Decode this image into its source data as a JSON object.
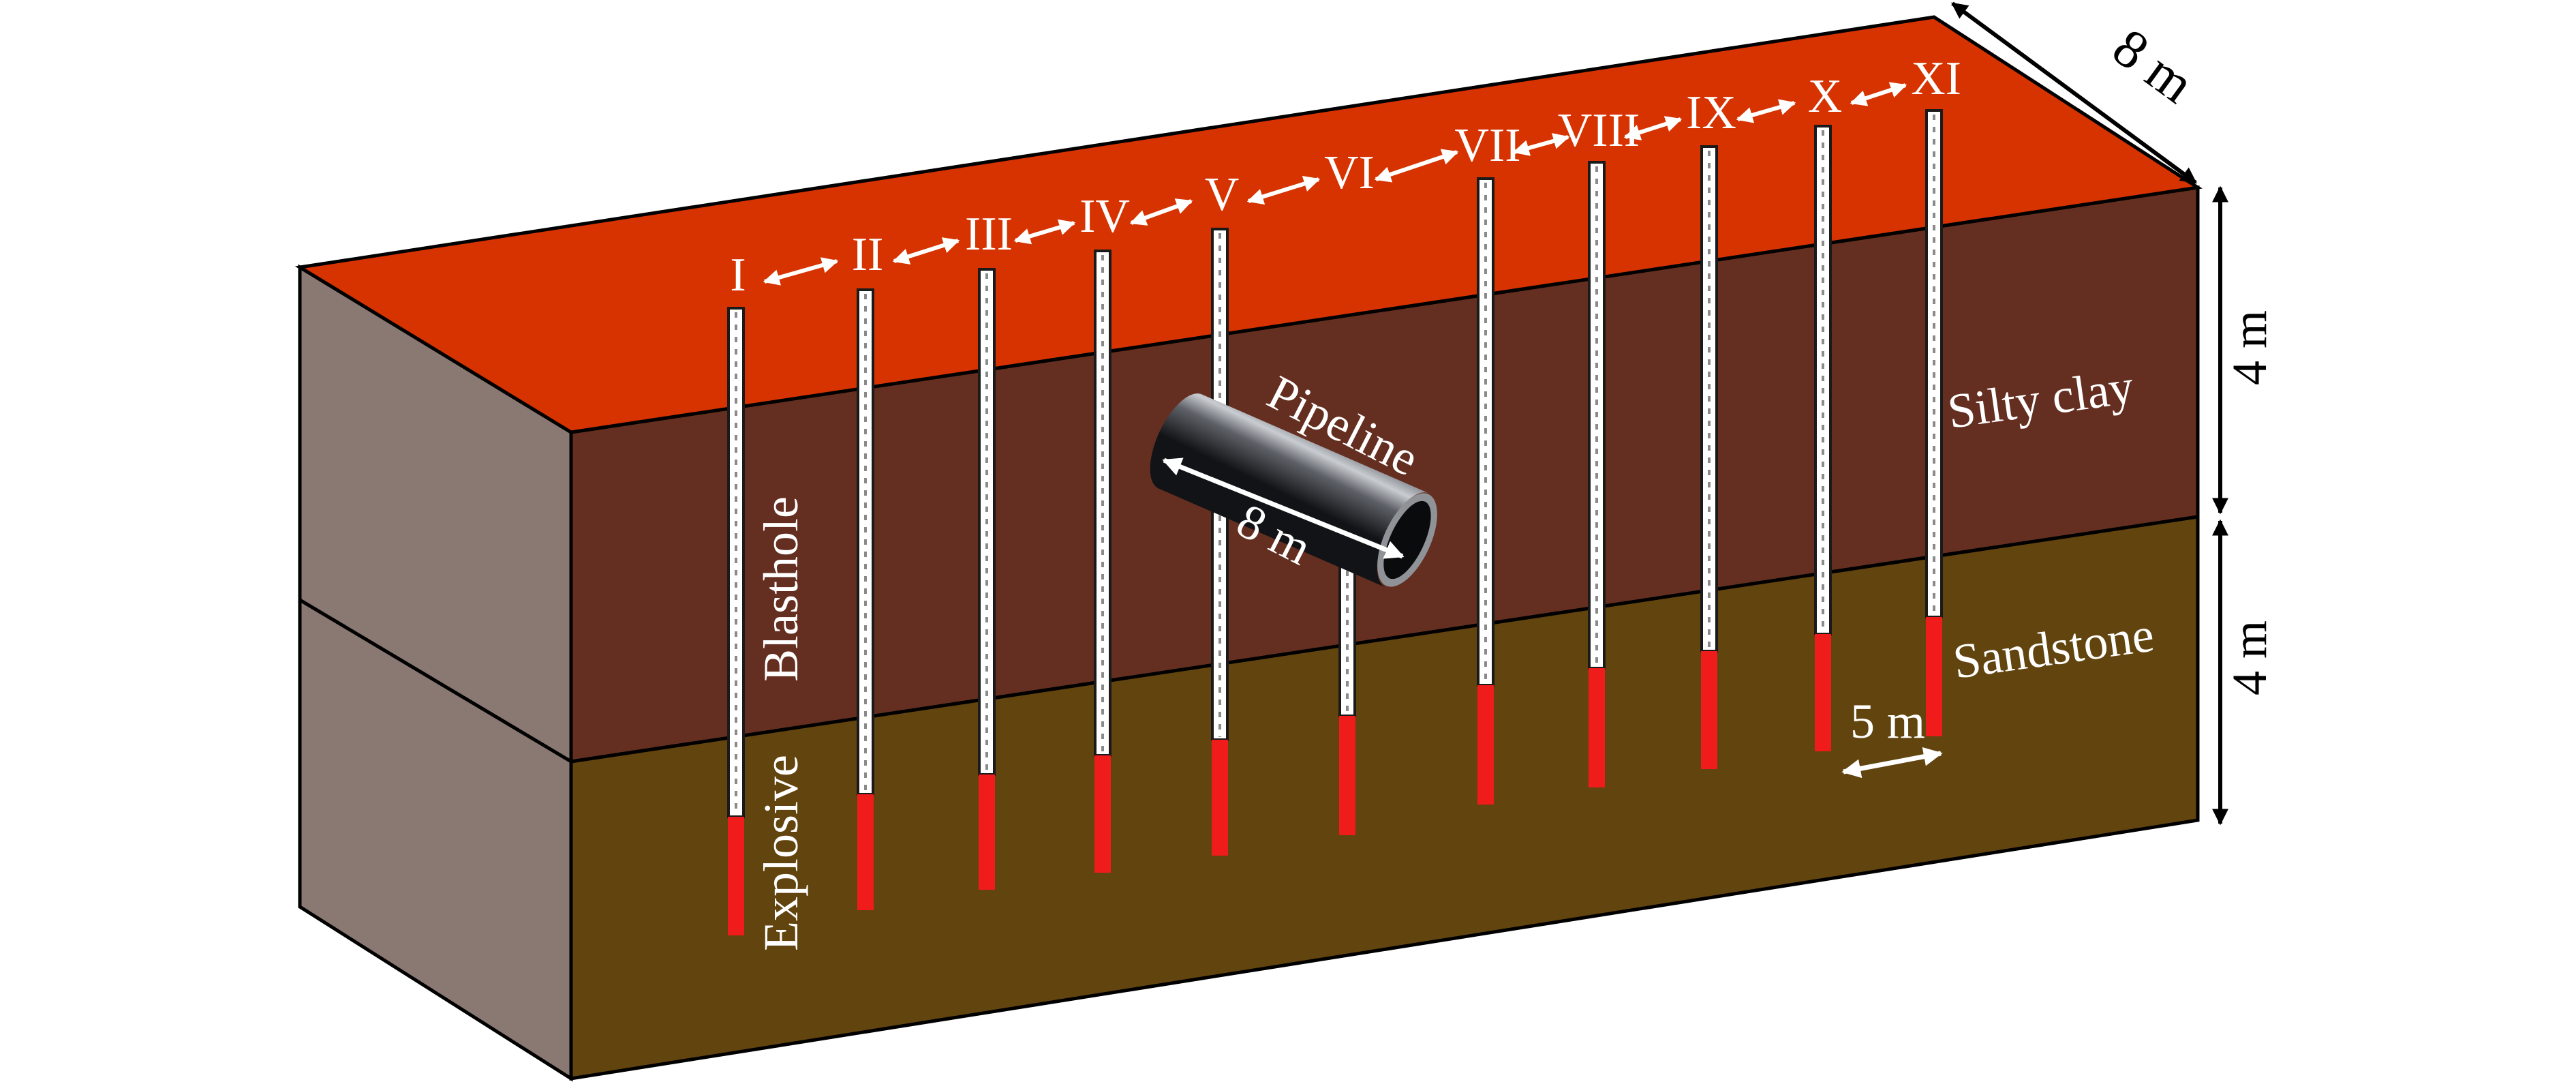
{
  "diagram": {
    "hole_labels": [
      "I",
      "II",
      "III",
      "IV",
      "V",
      "VI",
      "VII",
      "VIII",
      "IX",
      "X",
      "XI"
    ],
    "dimensions": {
      "box_depth": "8 m",
      "upper_layer_height": "4 m",
      "lower_layer_height": "4 m",
      "pipeline_length": "8 m",
      "hole_spacing": "5 m"
    },
    "labels": {
      "pipeline": "Pipeline",
      "silty_clay": "Silty clay",
      "sandstone": "Sandstone",
      "blasthole": "Blasthole",
      "explosive": "Explosive"
    },
    "colors": {
      "top_face": "#d63300",
      "silty_clay": "#642f20",
      "sandstone": "#62440e",
      "left_face": "#8a7872",
      "explosive": "#f01c1c",
      "borehole": "#ffffff",
      "pipeline": "#3a3c40"
    }
  }
}
